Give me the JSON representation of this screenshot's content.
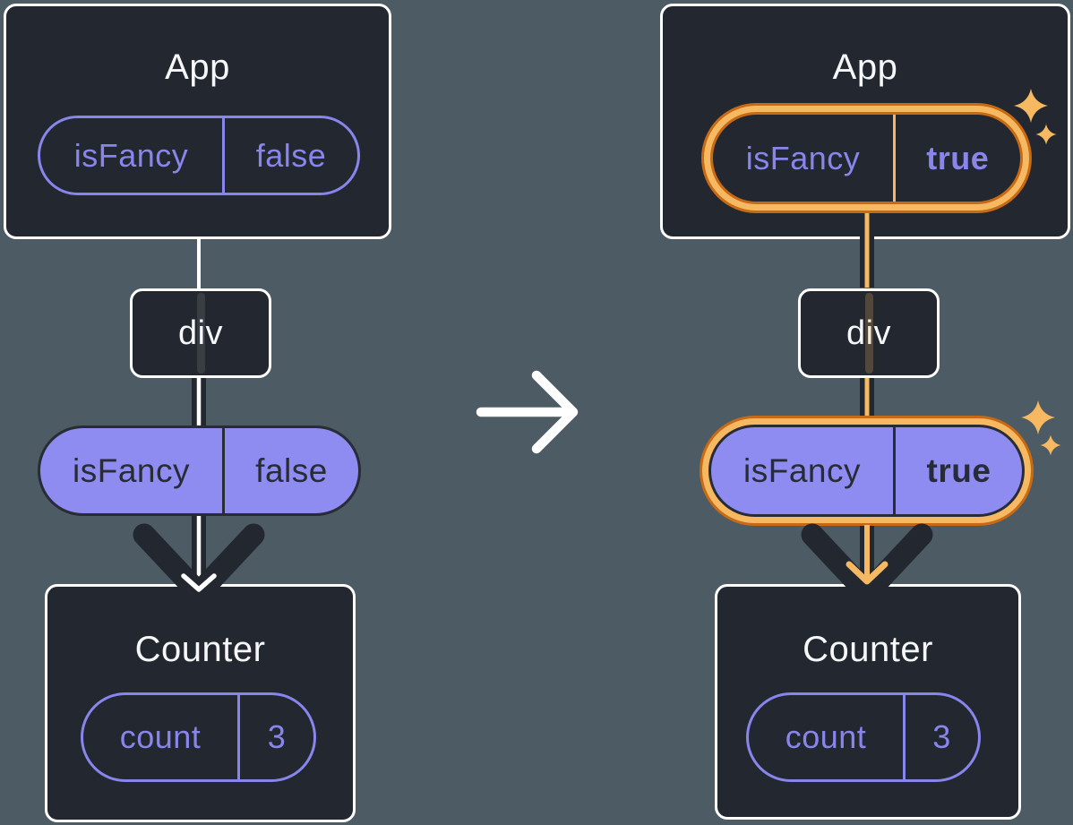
{
  "diagram": {
    "description": "Two React component trees separated by a transition arrow: props isFancy flow from App through div to Counter; left tree isFancy=false, right tree isFancy=true highlighted orange with sparkles",
    "left": {
      "app": {
        "title": "App",
        "prop_name": "isFancy",
        "prop_value": "false"
      },
      "middle": {
        "label": "div"
      },
      "passed_prop": {
        "name": "isFancy",
        "value": "false"
      },
      "counter": {
        "title": "Counter",
        "state_name": "count",
        "state_value": "3"
      }
    },
    "right": {
      "app": {
        "title": "App",
        "prop_name": "isFancy",
        "prop_value": "true"
      },
      "middle": {
        "label": "div"
      },
      "passed_prop": {
        "name": "isFancy",
        "value": "true"
      },
      "counter": {
        "title": "Counter",
        "state_name": "count",
        "state_value": "3"
      }
    },
    "icons": {
      "transition": "right-arrow",
      "highlight": "sparkles"
    },
    "colors": {
      "background": "#4C5B64",
      "node_fill": "#23272F",
      "node_border": "#FFFFFF",
      "purple_accent": "#8885EC",
      "purple_pill_fill": "#8E8CF0",
      "dark_text": "#272C36",
      "orange_light": "#F6B962",
      "orange_dark": "#C76A15",
      "white": "#FFFFFF"
    }
  }
}
